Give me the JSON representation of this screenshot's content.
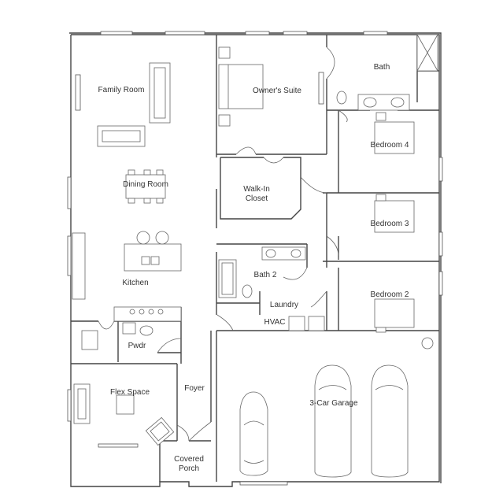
{
  "rooms": {
    "family_room": "Family Room",
    "owners_suite": "Owner's Suite",
    "bath": "Bath",
    "bedroom_4": "Bedroom 4",
    "dining_room": "Dining Room",
    "walk_in_closet_line1": "Walk-In",
    "walk_in_closet_line2": "Closet",
    "bedroom_3": "Bedroom 3",
    "kitchen": "Kitchen",
    "bath_2": "Bath 2",
    "laundry": "Laundry",
    "bedroom_2": "Bedroom 2",
    "hvac": "HVAC",
    "pwdr": "Pwdr",
    "flex_space": "Flex Space",
    "foyer": "Foyer",
    "garage": "3-Car Garage",
    "porch_line1": "Covered",
    "porch_line2": "Porch"
  }
}
